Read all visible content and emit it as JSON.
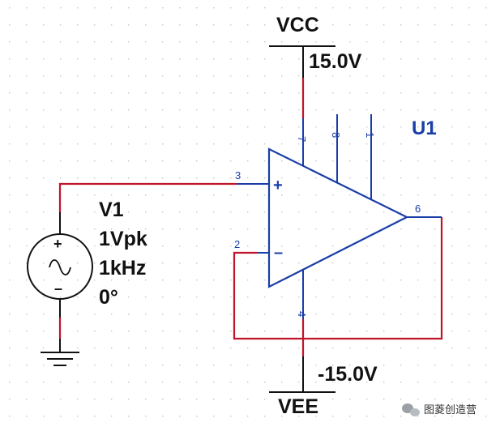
{
  "colors": {
    "wire": "#c0142a",
    "component": "#1a3ea8",
    "text": "#111111",
    "grid_dot": "#c4c4c4"
  },
  "power": {
    "vcc_label": "VCC",
    "vcc_value": "15.0V",
    "vee_label": "VEE",
    "vee_value": "-15.0V"
  },
  "opamp": {
    "ref": "U1",
    "plus_symbol": "+",
    "minus_symbol": "–",
    "pins": {
      "in_plus": "3",
      "in_minus": "2",
      "out": "6",
      "vplus": "7",
      "pin8": "8",
      "pin1": "1",
      "vminus": "4"
    }
  },
  "source": {
    "name": "V1",
    "amplitude": "1Vpk",
    "frequency": "1kHz",
    "phase": "0°",
    "plus_symbol": "+",
    "minus_symbol": "–",
    "wave_icon": "sine-wave-icon"
  },
  "ground": {
    "icon": "ground-icon"
  },
  "watermark": {
    "text": "图菱创造营",
    "icon": "chat-bubble-icon"
  }
}
